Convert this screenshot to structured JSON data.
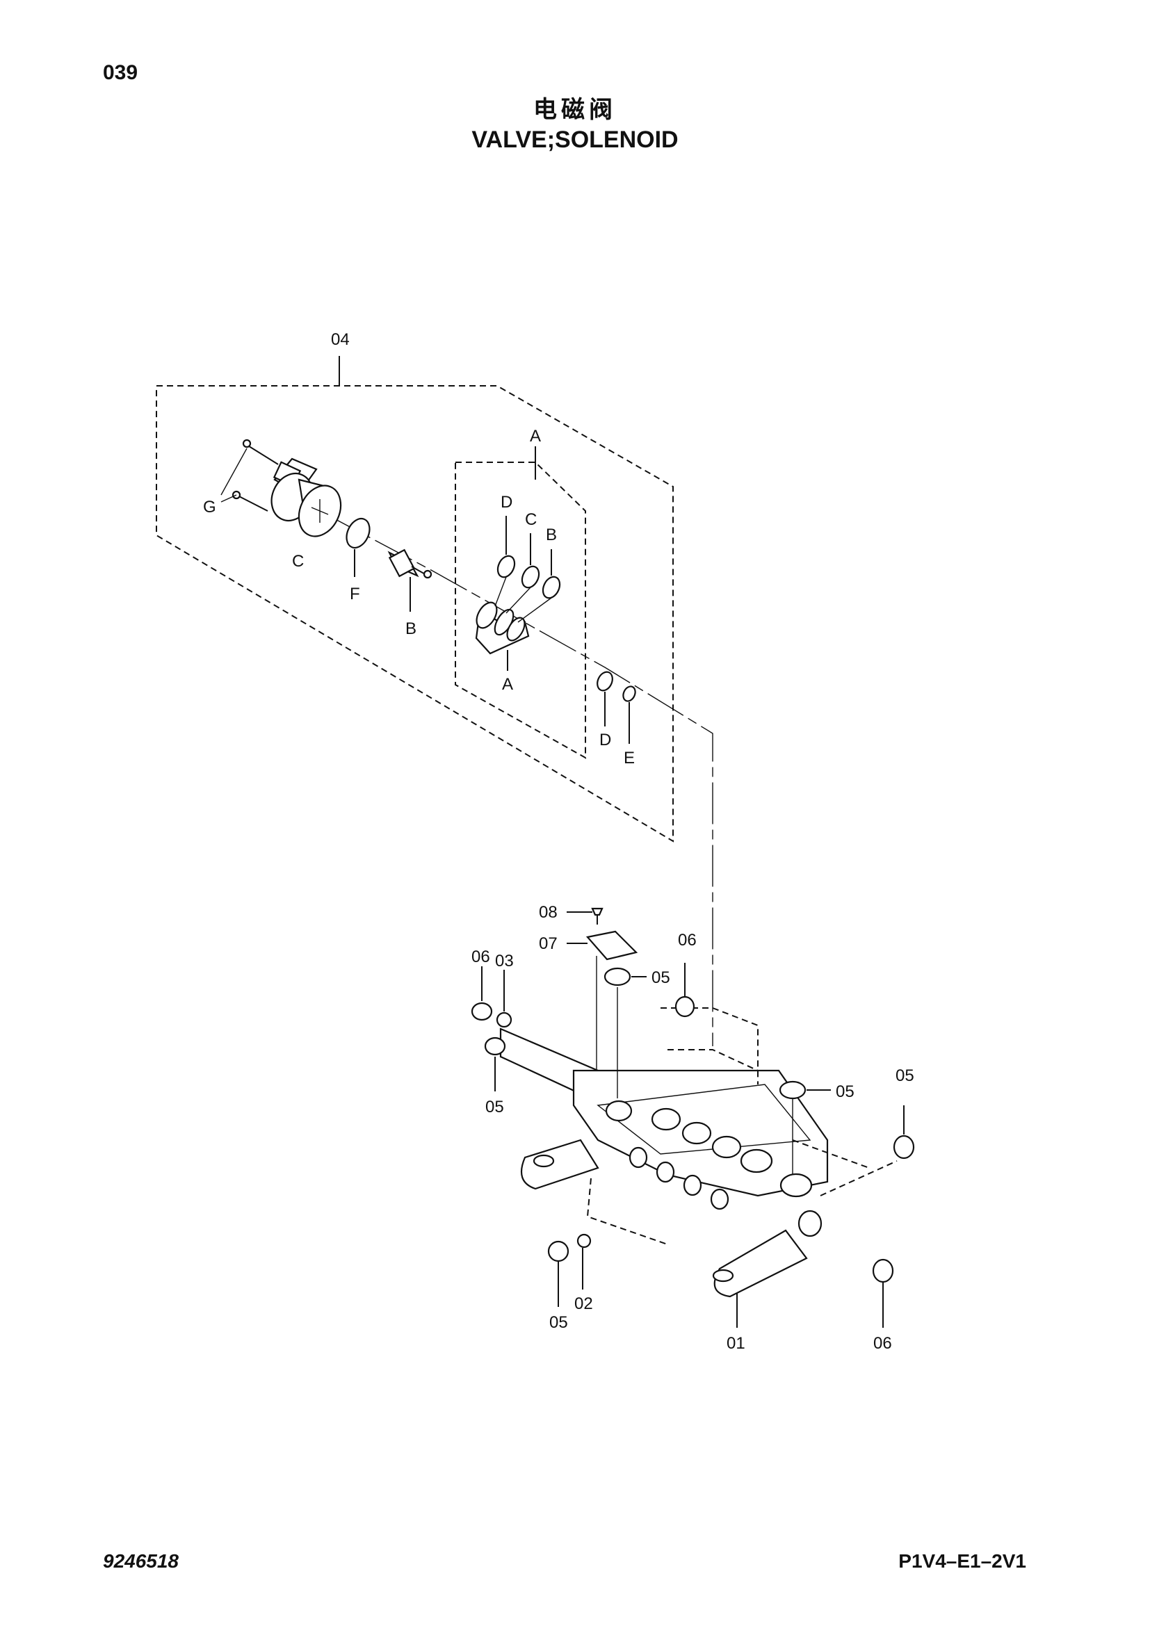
{
  "header": {
    "page_number": "039",
    "title_cn": "电磁阀",
    "title_en": "VALVE;SOLENOID"
  },
  "footer": {
    "doc_number": "9246518",
    "page_code": "P1V4–E1–2V1"
  },
  "callouts": {
    "assy_04": "04",
    "sub_a_top": "A",
    "a_bottom": "A",
    "b_inner": "B",
    "b_lower": "B",
    "c_inner": "C",
    "c_left": "C",
    "d_inner": "D",
    "d_lower": "D",
    "e": "E",
    "f": "F",
    "g": "G",
    "p01": "01",
    "p02": "02",
    "p03": "03",
    "p05_a": "05",
    "p05_b": "05",
    "p05_c": "05",
    "p05_d": "05",
    "p05_e": "05",
    "p06_a": "06",
    "p06_b": "06",
    "p06_c": "06",
    "p07": "07",
    "p08": "08"
  }
}
